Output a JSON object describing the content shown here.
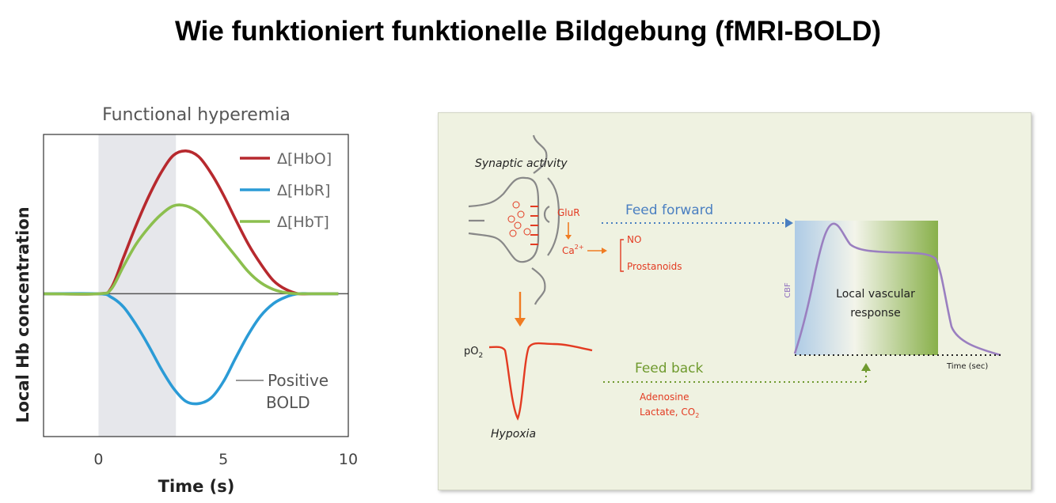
{
  "slide": {
    "title": "Wie funktioniert funktionelle Bildgebung (fMRI-BOLD)"
  },
  "chart_data": {
    "type": "line",
    "title": "Functional hyperemia",
    "xlabel": "Time (s)",
    "ylabel": "Local Hb concentration",
    "xlim": [
      -2.2,
      10
    ],
    "ylim": [
      -1.3,
      1.45
    ],
    "x_ticks": [
      0,
      5,
      10
    ],
    "y_ticks": [],
    "grid": false,
    "stimulus_interval": [
      0,
      3.1
    ],
    "stimulus_color": "#e6e7eb",
    "legend_position": "top-right",
    "series": [
      {
        "name": "Δ[HbO]",
        "color": "#b7292e",
        "x": [
          -2.2,
          0,
          0.5,
          1,
          1.5,
          2,
          2.5,
          3,
          3.5,
          4,
          4.5,
          5,
          5.5,
          6,
          6.5,
          7,
          7.5,
          8,
          8.5,
          9.6
        ],
        "y": [
          0,
          0,
          0.05,
          0.33,
          0.62,
          0.88,
          1.1,
          1.26,
          1.3,
          1.25,
          1.1,
          0.9,
          0.67,
          0.45,
          0.27,
          0.12,
          0.04,
          0.0,
          0,
          0
        ]
      },
      {
        "name": "Δ[HbR]",
        "color": "#2b9bd6",
        "x": [
          -2.2,
          0,
          0.5,
          1,
          1.5,
          2,
          2.5,
          3,
          3.5,
          4,
          4.5,
          5,
          5.5,
          6,
          6.5,
          7,
          7.5,
          8,
          8.5,
          9.6
        ],
        "y": [
          0,
          0,
          -0.03,
          -0.12,
          -0.28,
          -0.47,
          -0.68,
          -0.86,
          -0.98,
          -1.0,
          -0.95,
          -0.8,
          -0.58,
          -0.37,
          -0.2,
          -0.09,
          -0.03,
          0.0,
          0,
          0
        ]
      },
      {
        "name": "Δ[HbT]",
        "color": "#8cbf4e",
        "x": [
          -2.2,
          0,
          0.5,
          1,
          1.5,
          2,
          2.5,
          3,
          3.5,
          4,
          4.5,
          5,
          5.5,
          6,
          6.5,
          7,
          7.5,
          8,
          8.5,
          9.6
        ],
        "y": [
          0,
          0,
          0.04,
          0.25,
          0.45,
          0.6,
          0.72,
          0.8,
          0.8,
          0.74,
          0.62,
          0.48,
          0.34,
          0.2,
          0.1,
          0.04,
          0.01,
          0,
          0,
          0
        ]
      }
    ],
    "annotations": [
      {
        "text": "Positive",
        "points_to": "Δ[HbR]"
      },
      {
        "text": "BOLD"
      }
    ]
  },
  "diagram": {
    "synaptic_activity": "Synaptic activity",
    "glur": "GluR",
    "ca": "Ca",
    "ca_superscript": "2+",
    "no": "NO",
    "prostanoids": "Prostanoids",
    "feed_forward": "Feed forward",
    "feed_back": "Feed back",
    "adenosine": "Adenosine",
    "lactate": "Lactate, CO",
    "lactate_subscript": "2",
    "po2": "pO",
    "po2_subscript": "2",
    "hypoxia": "Hypoxia",
    "cbf": "CBF",
    "local_vascular_1": "Local vascular",
    "local_vascular_2": "response",
    "time_sec": "Time (sec)",
    "colors": {
      "feed_forward": "#4a7fc1",
      "feed_back": "#6f9a2e",
      "signal": "#e33b22",
      "arrow": "#f07c22",
      "cbf_curve": "#9a7fc0"
    }
  }
}
